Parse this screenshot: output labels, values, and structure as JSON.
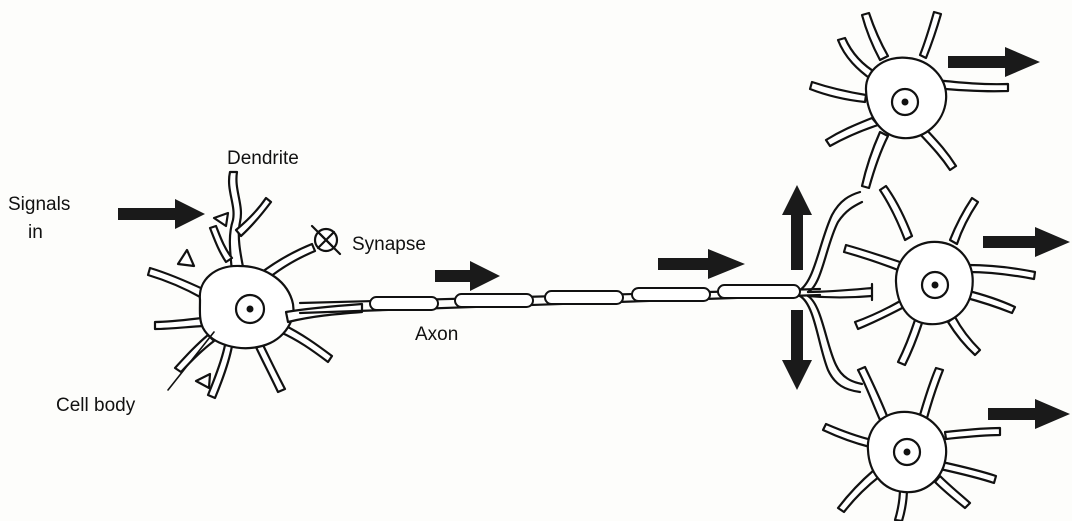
{
  "labels": {
    "dendrite": "Dendrite",
    "signals_in_line1": "Signals",
    "signals_in_line2": "in",
    "synapse": "Synapse",
    "axon": "Axon",
    "cell_body": "Cell body"
  },
  "colors": {
    "ink": "#111111",
    "background": "#fdfdfb",
    "arrow": "#1a1a1a"
  }
}
